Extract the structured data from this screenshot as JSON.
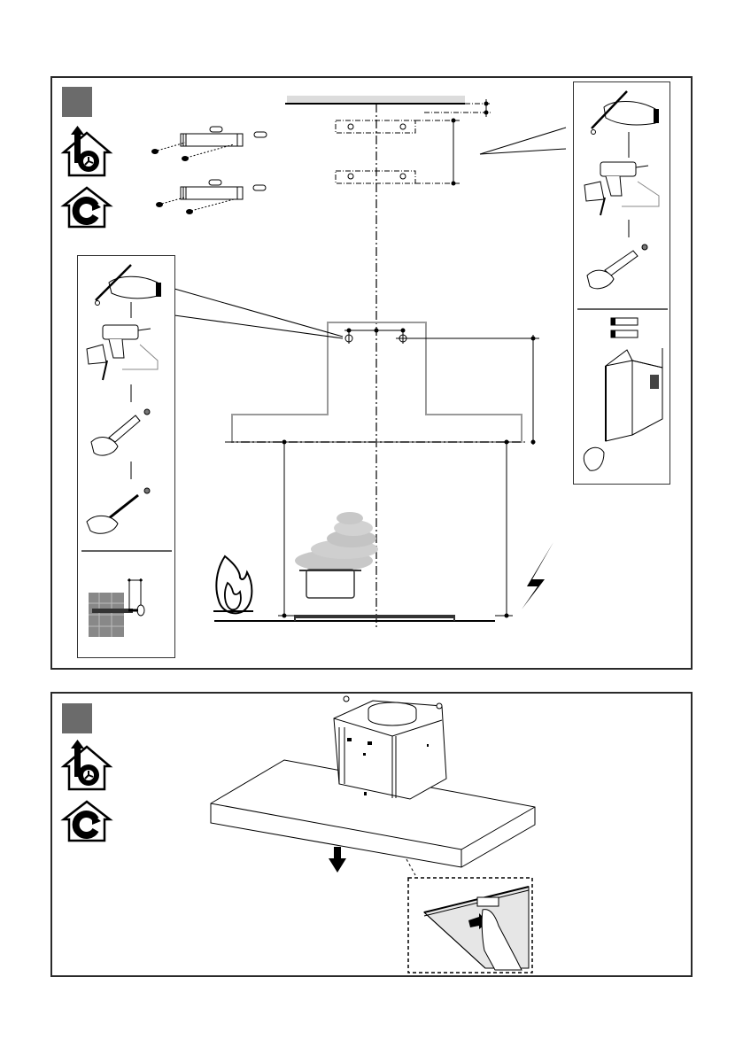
{
  "page": {
    "type": "installation-manual-illustration",
    "colors": {
      "border": "#2a2a2a",
      "step_badge": "#6b6b6b",
      "hood_outline": "#9a9a9a",
      "ceiling": "#dcdcdc",
      "steam": "#c8c8c8",
      "filter": "#e6e6e6"
    }
  },
  "panels": [
    {
      "id": "step-1",
      "step_label": "",
      "mode_icons": [
        "ducted-extraction-icon",
        "recirculation-icon"
      ],
      "illustrations": [
        "ceiling-bracket-kit",
        "ceiling-bracket-kit-recirculation",
        "ceiling-bracket-dimension-drawing",
        "hood-front-dimension-drawing",
        "hob-clearance-drawing",
        "mark-drill-plug-screw-sequence",
        "mark-drill-plug-sequence",
        "chimney-cover-brackets",
        "chimney-cover-assembly",
        "flame-warning-icon",
        "electrical-hazard-icon",
        "wall-plug-screw-detail"
      ]
    },
    {
      "id": "step-2",
      "step_label": "",
      "mode_icons": [
        "ducted-extraction-icon",
        "recirculation-icon"
      ],
      "illustrations": [
        "hood-canopy-with-motor-housing",
        "down-arrow-icon",
        "grease-filter-release-detail"
      ]
    }
  ]
}
